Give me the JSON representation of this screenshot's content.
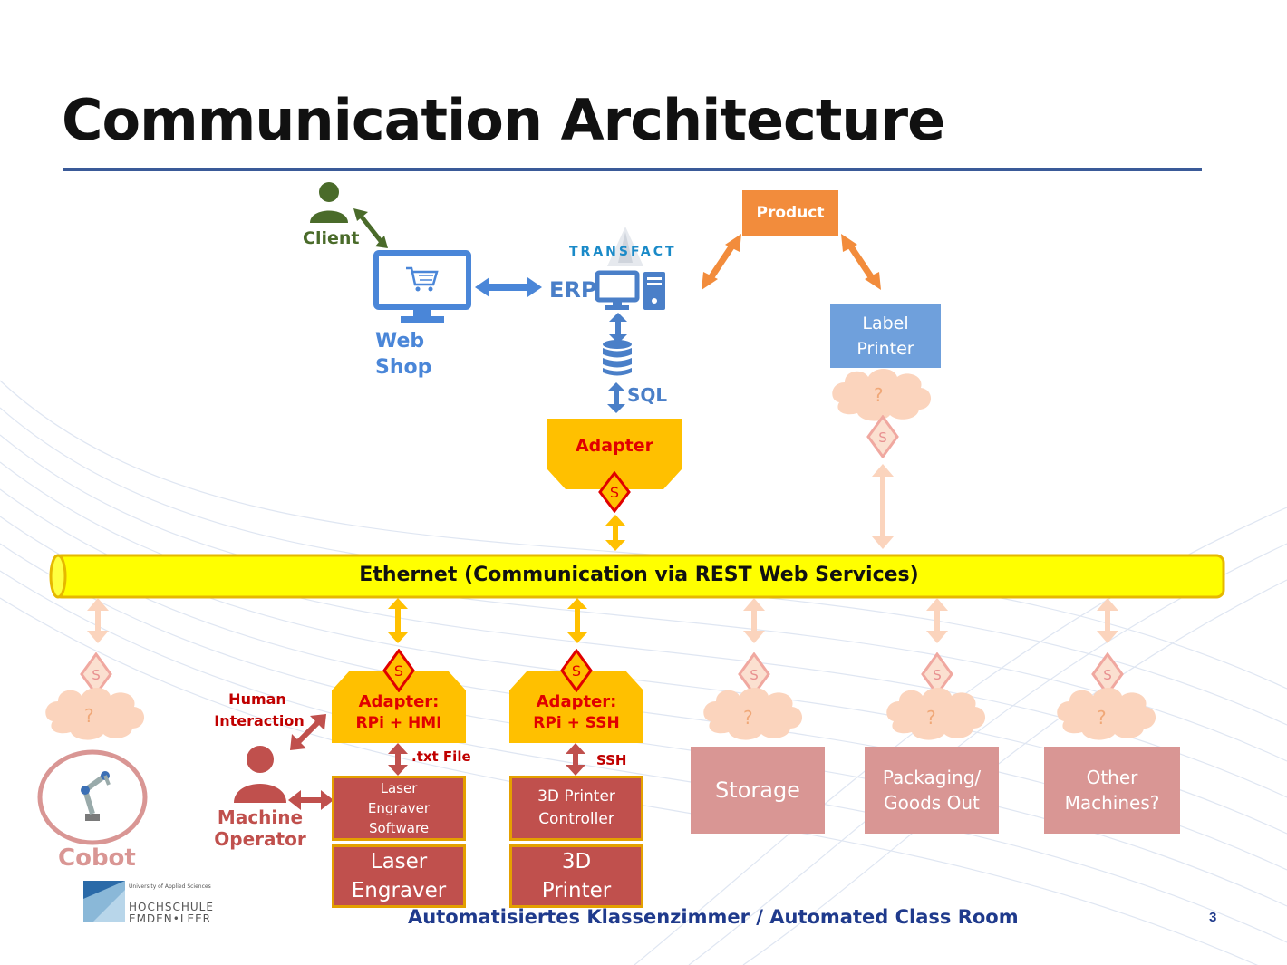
{
  "slide": {
    "title": "Communication Architecture",
    "footer": "Automatisiertes Klassenzimmer / Automated Class Room",
    "page_number": "3"
  },
  "nodes": {
    "client": "Client",
    "web_shop_line1": "Web",
    "web_shop_line2": "Shop",
    "erp": "ERP",
    "transfact": "TRANSFACT",
    "sql": "SQL",
    "product": "Product",
    "label_printer_line1": "Label",
    "label_printer_line2": "Printer",
    "adapter_top": "Adapter",
    "ethernet": "Ethernet (Communication via REST Web Services)",
    "cobot": "Cobot",
    "human_interaction_line1": "Human",
    "human_interaction_line2": "Interaction",
    "machine_operator_line1": "Machine",
    "machine_operator_line2": "Operator",
    "adapter_hmi_line1": "Adapter:",
    "adapter_hmi_line2": "RPi + HMI",
    "txt_file": ".txt File",
    "laser_software_line1": "Laser",
    "laser_software_line2": "Engraver",
    "laser_software_line3": "Software",
    "laser_engraver_line1": "Laser",
    "laser_engraver_line2": "Engraver",
    "adapter_ssh_line1": "Adapter:",
    "adapter_ssh_line2": "RPi + SSH",
    "ssh": "SSH",
    "printer_controller_line1": "3D Printer",
    "printer_controller_line2": "Controller",
    "printer_3d_line1": "3D",
    "printer_3d_line2": "Printer",
    "storage": "Storage",
    "packaging_line1": "Packaging/",
    "packaging_line2": "Goods Out",
    "other_line1": "Other",
    "other_line2": "Machines?",
    "unknown": "?",
    "security_symbol": "S",
    "logo_line1": "HOCHSCHULE",
    "logo_line2": "EMDEN•LEER",
    "logo_tagline": "University of Applied Sciences"
  },
  "colors": {
    "title_rule": "#3a5a98",
    "web_blue": "#4a86d8",
    "erp_blue": "#4a7fc8",
    "client_green": "#4a6b2a",
    "orange": "#f28c3c",
    "adapter_yellow": "#ffc000",
    "ethernet_yellow": "#ffff00",
    "red_text": "#e00000",
    "dark_red": "#c0504d",
    "faded_pink": "#d99694",
    "peach": "#f9c8a8",
    "footer_blue": "#1f3a8c"
  }
}
